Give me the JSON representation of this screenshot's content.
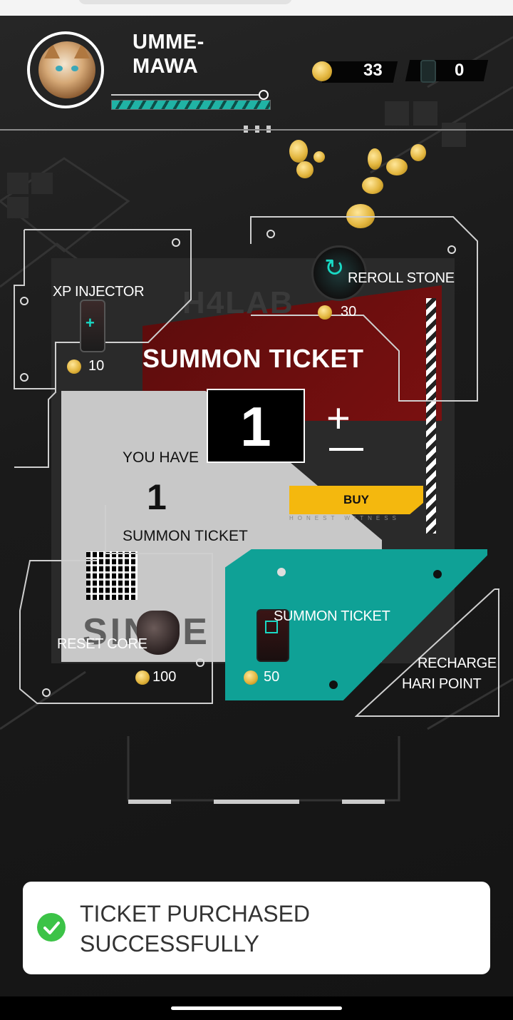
{
  "player": {
    "name": "UMME-MAWA"
  },
  "currency": {
    "coins": "33",
    "tickets": "0"
  },
  "shop": {
    "title": "SUMMON TICKET",
    "quantity": "1",
    "plus_symbol": "+",
    "you_have_label": "YOU HAVE",
    "owned_count": "1",
    "owned_label": "SUMMON TICKET",
    "buy_label": "BUY",
    "buy_sub": "HONEST WITNESS",
    "watermark_top": "H4LAB",
    "watermark_bottom": "SINCE",
    "items": [
      {
        "name": "XP INJECTOR",
        "price": "10",
        "icon": "xp-injector-icon"
      },
      {
        "name": "REROLL STONE",
        "price": "30",
        "icon": "reroll-stone-icon"
      },
      {
        "name": "RESET CORE",
        "price": "100",
        "icon": "heart-core-icon"
      },
      {
        "name": "SUMMON TICKET",
        "price": "50",
        "icon": "summon-ticket-icon"
      },
      {
        "name": "RECHARGE HARI POINT",
        "line1": "RECHARGE",
        "line2": "HARI POINT"
      }
    ]
  },
  "toast": {
    "message": "TICKET PURCHASED SUCCESSFULLY",
    "line1": "TICKET PURCHASED",
    "line2": "SUCCESSFULLY"
  },
  "colors": {
    "accent_teal": "#0fa196",
    "buy_yellow": "#f4b80e",
    "coin_gold": "#e3b63f",
    "success_green": "#3cc347"
  }
}
